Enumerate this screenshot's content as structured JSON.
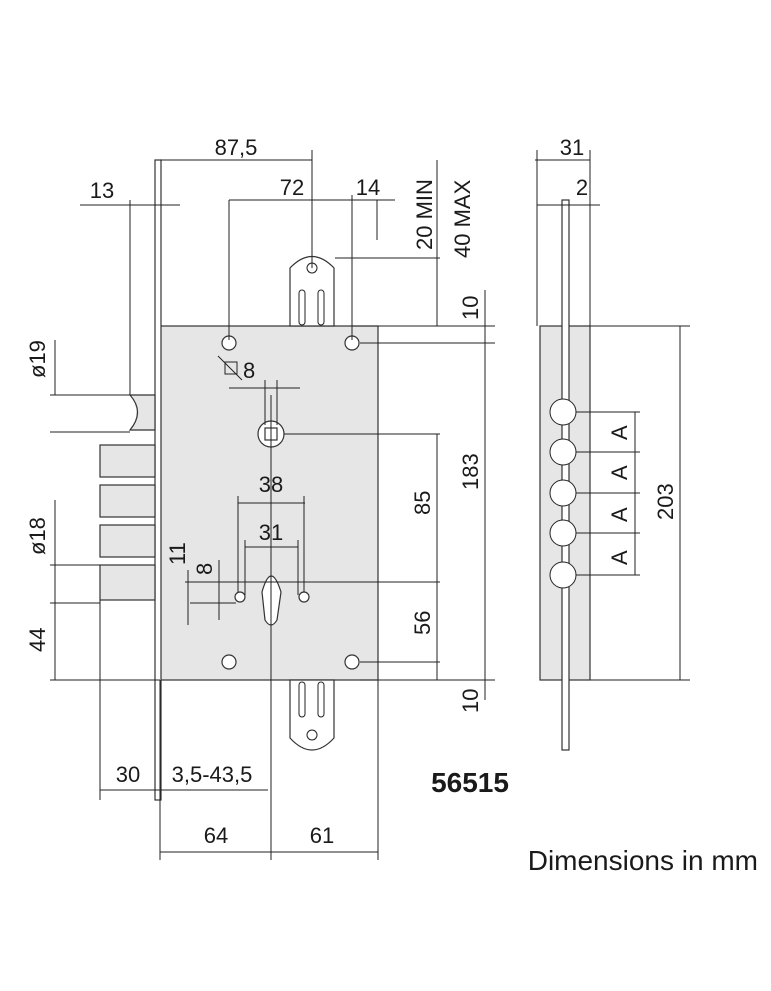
{
  "model_number": "56515",
  "caption": "Dimensions in mm",
  "front_view": {
    "top": {
      "overall_width": "87,5",
      "handle_to_hole": "72",
      "hole_offset": "14",
      "backset_edge": "13",
      "tongue_min": "20 MIN",
      "tongue_max": "40 MAX",
      "tongue_gap": "10"
    },
    "left": {
      "latch_dia": "ø19",
      "bolt_dia": "ø18",
      "bolt_step": "11",
      "bolt_offset": "8",
      "bottom_bolt": "44"
    },
    "center": {
      "spindle_square": "8",
      "cam_outer": "38",
      "cam_inner": "31"
    },
    "right": {
      "height": "183",
      "spindle_to_cylinder": "85",
      "cylinder_to_hole": "56",
      "bottom_gap": "10"
    },
    "bottom": {
      "bolt_throw": "30",
      "faceplate_range": "3,5-43,5",
      "backset": "64",
      "right_width": "61"
    }
  },
  "side_view": {
    "depth": "31",
    "plate": "2",
    "height": "203",
    "pitch_labels": [
      "A",
      "A",
      "A",
      "A"
    ]
  }
}
